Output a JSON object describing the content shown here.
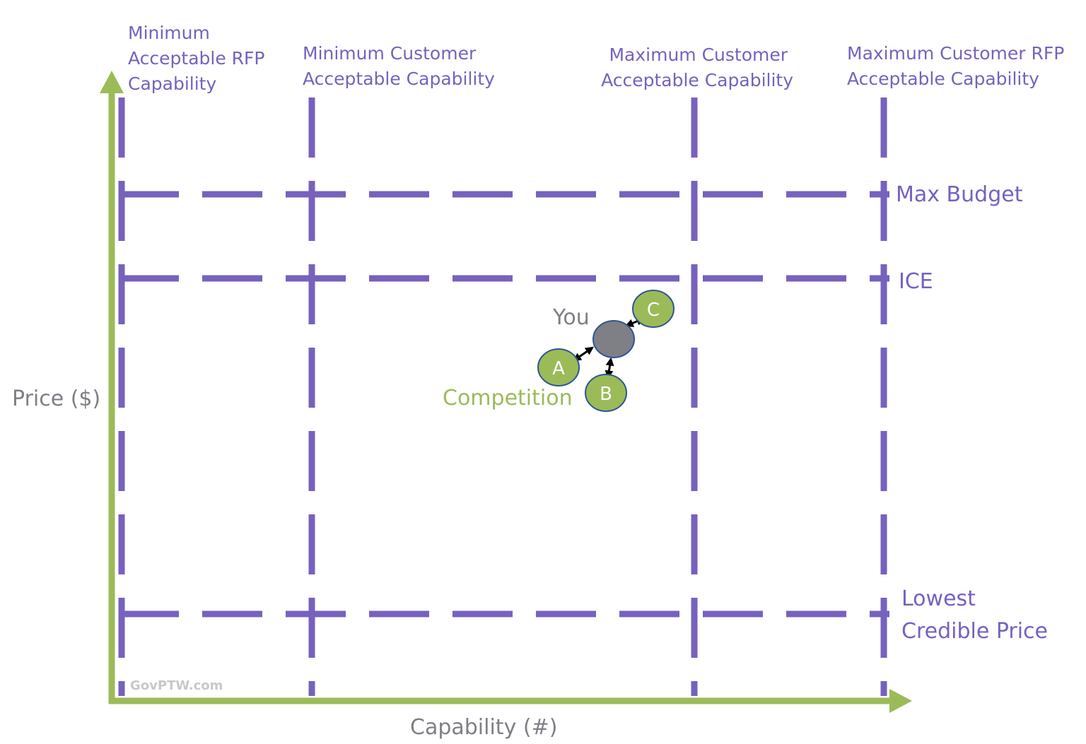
{
  "axes": {
    "x_label": "Capability (#)",
    "y_label": "Price ($)"
  },
  "capability_thresholds": [
    {
      "label_lines": [
        "Minimum",
        "Acceptable RFP",
        "Capability"
      ]
    },
    {
      "label_lines": [
        "Minimum Customer",
        "Acceptable Capability"
      ]
    },
    {
      "label_lines": [
        "Maximum Customer",
        "Acceptable Capability"
      ]
    },
    {
      "label_lines": [
        "Maximum Customer RFP",
        "Acceptable Capability"
      ]
    }
  ],
  "price_thresholds": [
    {
      "label_lines": [
        "Max Budget"
      ]
    },
    {
      "label_lines": [
        "ICE"
      ]
    },
    {
      "label_lines": [
        "Lowest",
        "Credible Price"
      ]
    }
  ],
  "positions": {
    "you_label": "You",
    "competition_label": "Competition",
    "competitors": [
      "A",
      "B",
      "C"
    ]
  },
  "watermark": "GovPTW.com",
  "colors": {
    "threshold_lines": "#7662be",
    "axes": "#9bbb59",
    "you_node": "#7f7f86",
    "competitor_node": "#9bbb59",
    "node_outline": "#2f5597",
    "axis_label_text": "#7f7f86"
  }
}
